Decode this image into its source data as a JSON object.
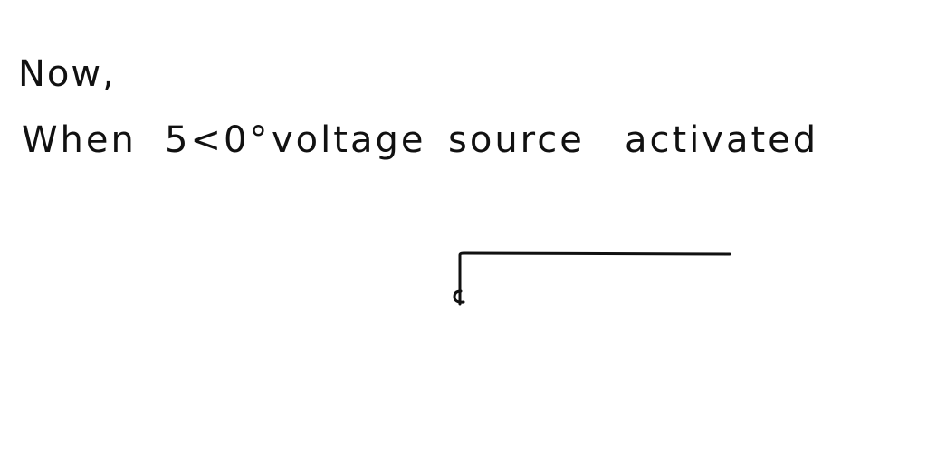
{
  "note": {
    "line1": "Now,",
    "line2": {
      "word1": "When",
      "word2": "5<0°",
      "word3": "voltage",
      "word4": "source",
      "word5": "activated"
    }
  },
  "colors": {
    "ink": "#111111",
    "paper": "#ffffff"
  }
}
